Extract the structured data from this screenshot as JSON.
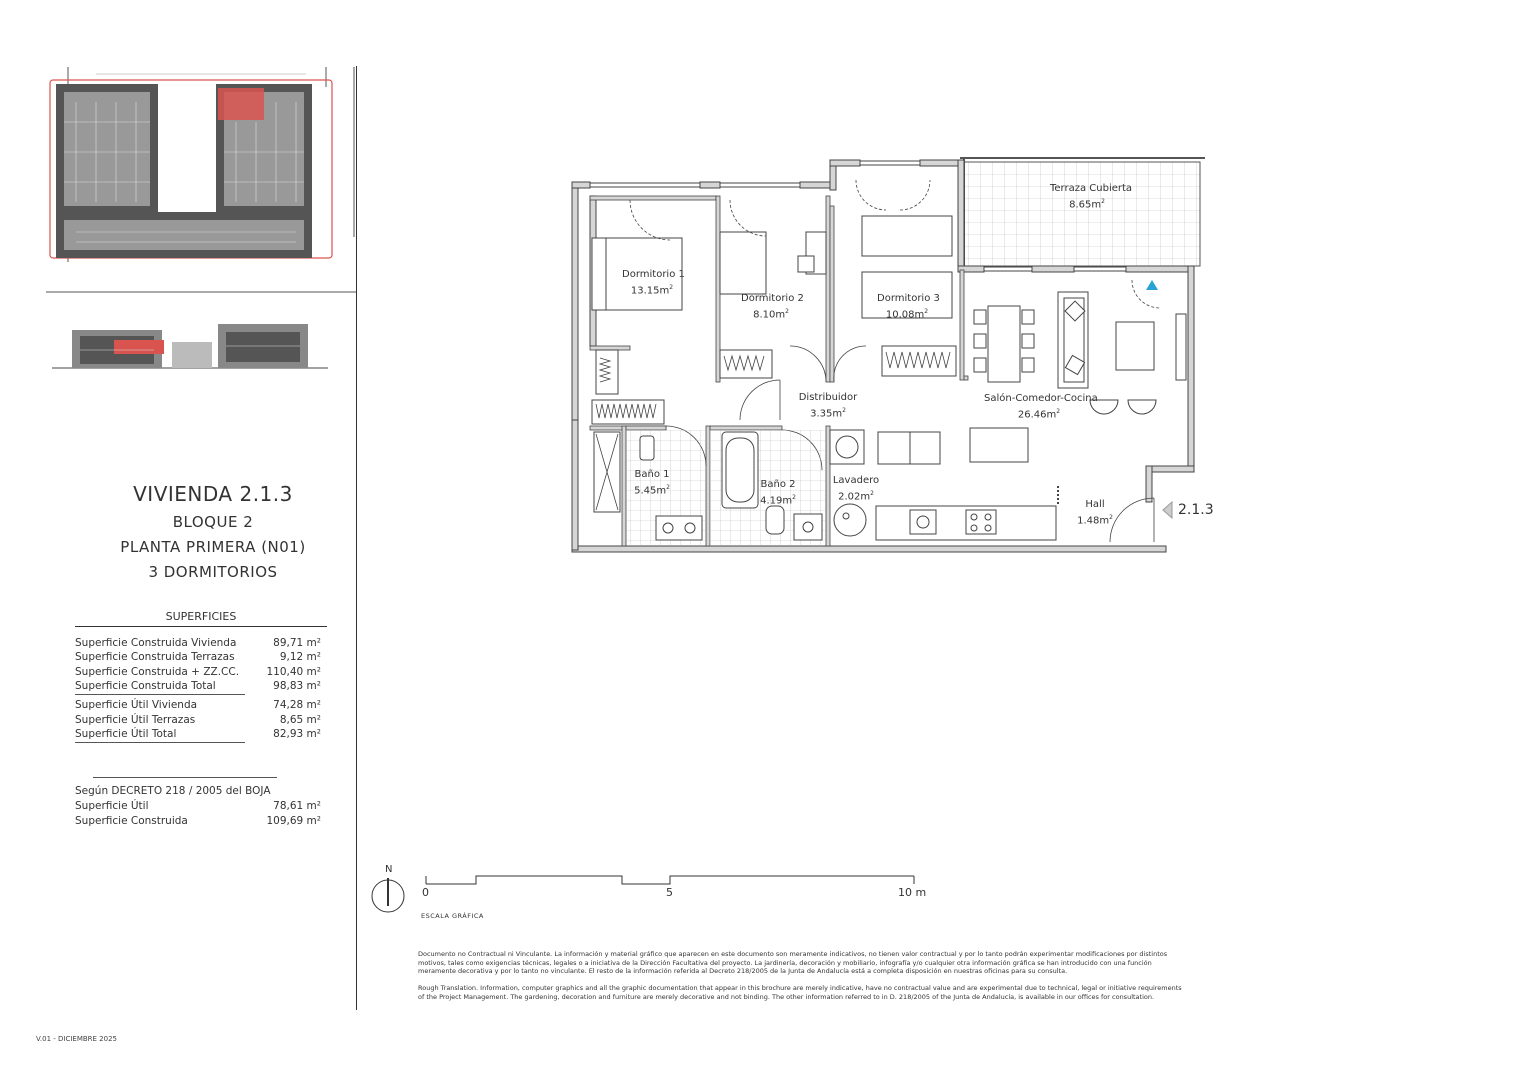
{
  "unit": {
    "title": "VIVIENDA 2.1.3",
    "block": "BLOQUE 2",
    "floor": "PLANTA PRIMERA (N01)",
    "bedrooms": "3 DORMITORIOS",
    "code": "2.1.3"
  },
  "surfaces": {
    "heading": "SUPERFICIES",
    "built": [
      {
        "label": "Superficie Construida Vivienda",
        "value": "89,71 m²"
      },
      {
        "label": "Superficie Construida Terrazas",
        "value": "9,12 m²"
      },
      {
        "label": "Superficie Construida + ZZ.CC.",
        "value": "110,40 m²"
      },
      {
        "label": "Superficie Construida Total",
        "value": "98,83 m²"
      }
    ],
    "useful": [
      {
        "label": "Superficie Útil Vivienda",
        "value": "74,28 m²"
      },
      {
        "label": "Superficie Útil Terrazas",
        "value": "8,65 m²"
      },
      {
        "label": "Superficie Útil Total",
        "value": "82,93 m²"
      }
    ],
    "decree_title": "Según DECRETO 218 / 2005 del BOJA",
    "decree": [
      {
        "label": "Superficie Útil",
        "value": "78,61 m²"
      },
      {
        "label": "Superficie Construida",
        "value": "109,69 m²"
      }
    ]
  },
  "rooms": [
    {
      "name": "Dormitorio 1",
      "area": "13.15m"
    },
    {
      "name": "Dormitorio 2",
      "area": "8.10m"
    },
    {
      "name": "Dormitorio 3",
      "area": "10.08m"
    },
    {
      "name": "Terraza Cubierta",
      "area": "8.65m"
    },
    {
      "name": "Distribuidor",
      "area": "3.35m"
    },
    {
      "name": "Salón-Comedor-Cocina",
      "area": "26.46m"
    },
    {
      "name": "Baño 1",
      "area": "5.45m"
    },
    {
      "name": "Baño 2",
      "area": "4.19m"
    },
    {
      "name": "Lavadero",
      "area": "2.02m"
    },
    {
      "name": "Hall",
      "area": "1.48m"
    }
  ],
  "area_exponent": "2",
  "scale": {
    "ticks": [
      "0",
      "5",
      "10 m"
    ],
    "caption": "ESCALA GRÁFICA",
    "north": "N"
  },
  "disclaimer_es": "Documento no Contractual ni Vinculante. La información y material gráfico que aparecen en este documento son meramente indicativos, no tienen valor contractual y por lo tanto podrán experimentar modificaciones por distintos motivos, tales como exigencias técnicas, legales o a iniciativa de la Dirección Facultativa del proyecto. La jardinería, decoración y mobiliario, infografía y/o cualquier otra información gráfica se han introducido con una función meramente decorativa y por lo tanto no vinculante. El resto de la información referida al Decreto 218/2005 de la Junta de Andalucía está a completa disposición en nuestras oficinas para su consulta.",
  "disclaimer_en": "Rough Translation. Information, computer graphics and all the graphic documentation that appear in this brochure are merely indicative, have no contractual value and are experimental due to technical, legal or initiative requirements of the Project Management. The gardening, decoration and furniture are merely decorative and not binding. The other information referred to in D. 218/2005 of the Junta de Andalucía, is available in our offices for consultation.",
  "version": "V.01 - DICIEMBRE 2025",
  "colors": {
    "highlight": "#d9534f",
    "line": "#333333",
    "entry_marker": "#29a3d6"
  }
}
